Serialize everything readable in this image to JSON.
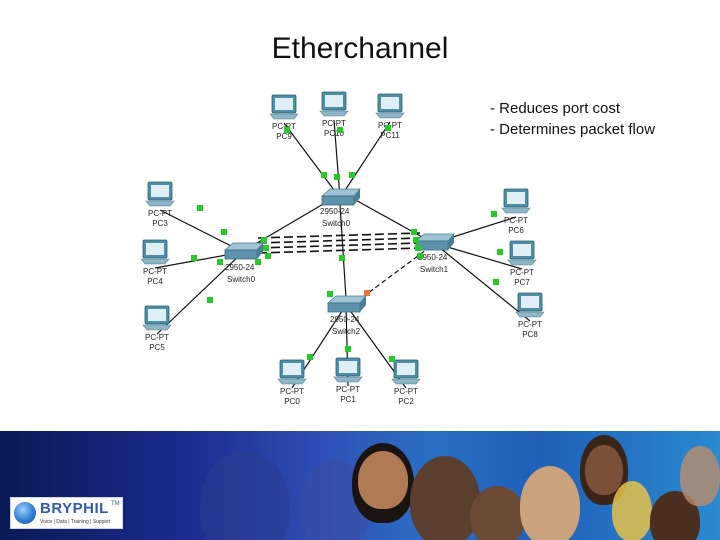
{
  "title": "Etherchannel",
  "bullets": [
    "- Reduces port cost",
    "- Determines packet flow"
  ],
  "diagram": {
    "switches": [
      {
        "id": "Switch0",
        "model": "2950-24",
        "name": "Switch0"
      },
      {
        "id": "Switch1",
        "model": "2950-24",
        "name": "Switch1"
      },
      {
        "id": "Switch2",
        "model": "2950-24",
        "name": "Switch2"
      },
      {
        "id": "Switch3",
        "model": "2950-24",
        "name": "Switch0"
      }
    ],
    "pcs": [
      {
        "type": "PC-PT",
        "name": "PC9",
        "switch": "Switch0"
      },
      {
        "type": "PC-PT",
        "name": "PC10",
        "switch": "Switch0"
      },
      {
        "type": "PC-PT",
        "name": "PC11",
        "switch": "Switch0"
      },
      {
        "type": "PC-PT",
        "name": "PC3",
        "switch": "Switch3"
      },
      {
        "type": "PC-PT",
        "name": "PC4",
        "switch": "Switch3"
      },
      {
        "type": "PC-PT",
        "name": "PC5",
        "switch": "Switch3"
      },
      {
        "type": "PC-PT",
        "name": "PC6",
        "switch": "Switch1"
      },
      {
        "type": "PC-PT",
        "name": "PC7",
        "switch": "Switch1"
      },
      {
        "type": "PC-PT",
        "name": "PC8",
        "switch": "Switch1"
      },
      {
        "type": "PC-PT",
        "name": "PC0",
        "switch": "Switch2"
      },
      {
        "type": "PC-PT",
        "name": "PC1",
        "switch": "Switch2"
      },
      {
        "type": "PC-PT",
        "name": "PC2",
        "switch": "Switch2"
      }
    ],
    "link_colors": {
      "up": "#22cc22",
      "down": "#e8743b",
      "cable": "#111111"
    }
  },
  "logo": {
    "name": "BRYPHIL",
    "tagline": "Voice | Data | Training | Support",
    "tm": "TM"
  }
}
